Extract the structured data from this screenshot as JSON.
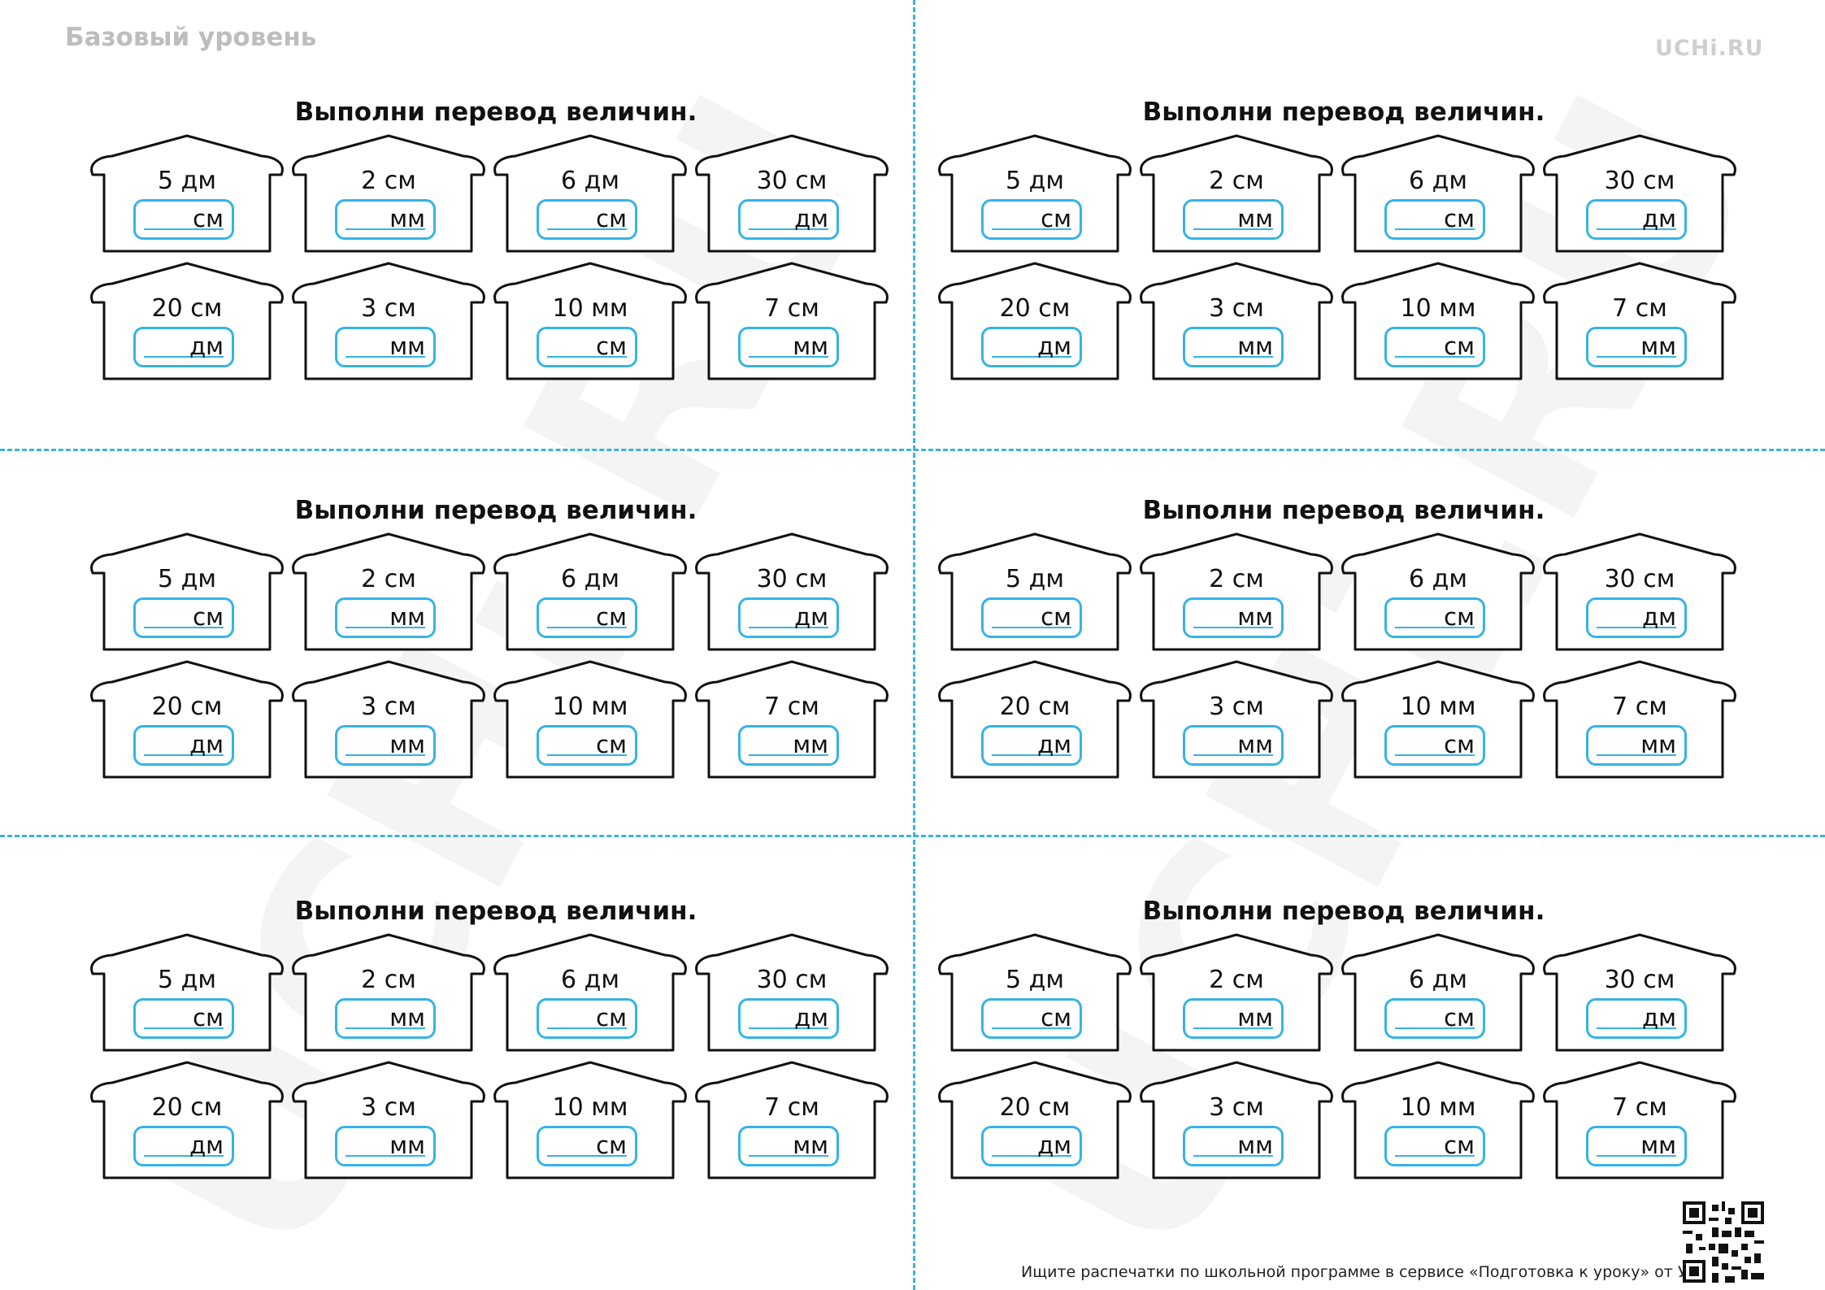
{
  "header": {
    "level": "Базовый уровень",
    "brand": "UCHi.RU"
  },
  "watermark": "UCHi.RU",
  "worksheet": {
    "title": "Выполни перевод величин.",
    "houses": [
      {
        "value": "5 дм",
        "unit": "см"
      },
      {
        "value": "2 см",
        "unit": "мм"
      },
      {
        "value": "6 дм",
        "unit": "см"
      },
      {
        "value": "30 см",
        "unit": "дм"
      },
      {
        "value": "20 см",
        "unit": "дм"
      },
      {
        "value": "3 см",
        "unit": "мм"
      },
      {
        "value": "10 мм",
        "unit": "см"
      },
      {
        "value": "7 см",
        "unit": "мм"
      }
    ]
  },
  "footer": {
    "text": "Ищите распечатки по школьной программе в сервисе «Подготовка к уроку» от Учи.ру."
  },
  "colors": {
    "accent": "#35b4e6",
    "cut_line": "#3ab3dc",
    "watermark": "#eeeeee"
  },
  "icons": {
    "qr": "qr-code-icon",
    "house": "house-icon"
  }
}
